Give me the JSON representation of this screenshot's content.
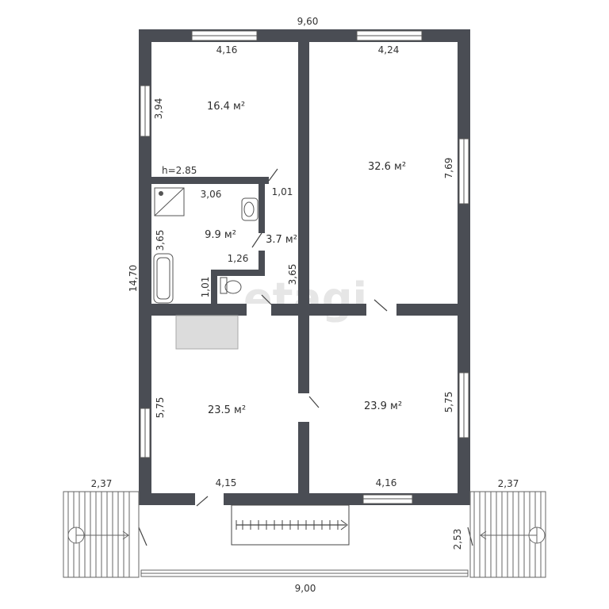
{
  "plan": {
    "watermark": "etagi",
    "ceiling_height": "h=2.85",
    "dimensions": {
      "top_total": "9,60",
      "bottom_total": "9,00",
      "left_total": "14,70",
      "r1_width": "4,16",
      "r2_width": "4,24",
      "r1_height": "3,94",
      "r2_height": "7,69",
      "bath_width": "3,06",
      "bath_height": "3,65",
      "hall_width": "1,01",
      "hall_height": "3,65",
      "wc_width": "1,26",
      "wc_height": "1,01",
      "r3_height": "5,75",
      "r4_height": "5,75",
      "r3_width": "4,15",
      "r4_width": "4,16",
      "stair_left_width": "2,37",
      "stair_right_width": "2,37",
      "porch_height": "2,53"
    },
    "areas": {
      "r1": "16.4 м²",
      "r2": "32.6 м²",
      "bath": "9.9 м²",
      "hall": "3.7 м²",
      "r3": "23.5 м²",
      "r4": "23.9 м²"
    }
  }
}
